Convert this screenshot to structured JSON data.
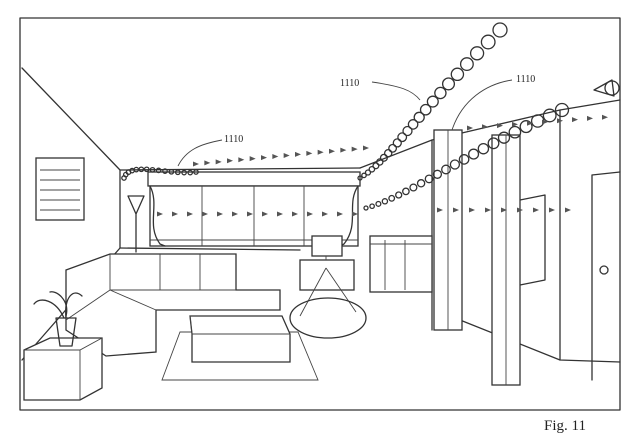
{
  "labels": {
    "ref_left": "1110",
    "ref_top": "1110",
    "ref_right": "1110"
  },
  "figure": {
    "caption": "Fig. 11"
  }
}
